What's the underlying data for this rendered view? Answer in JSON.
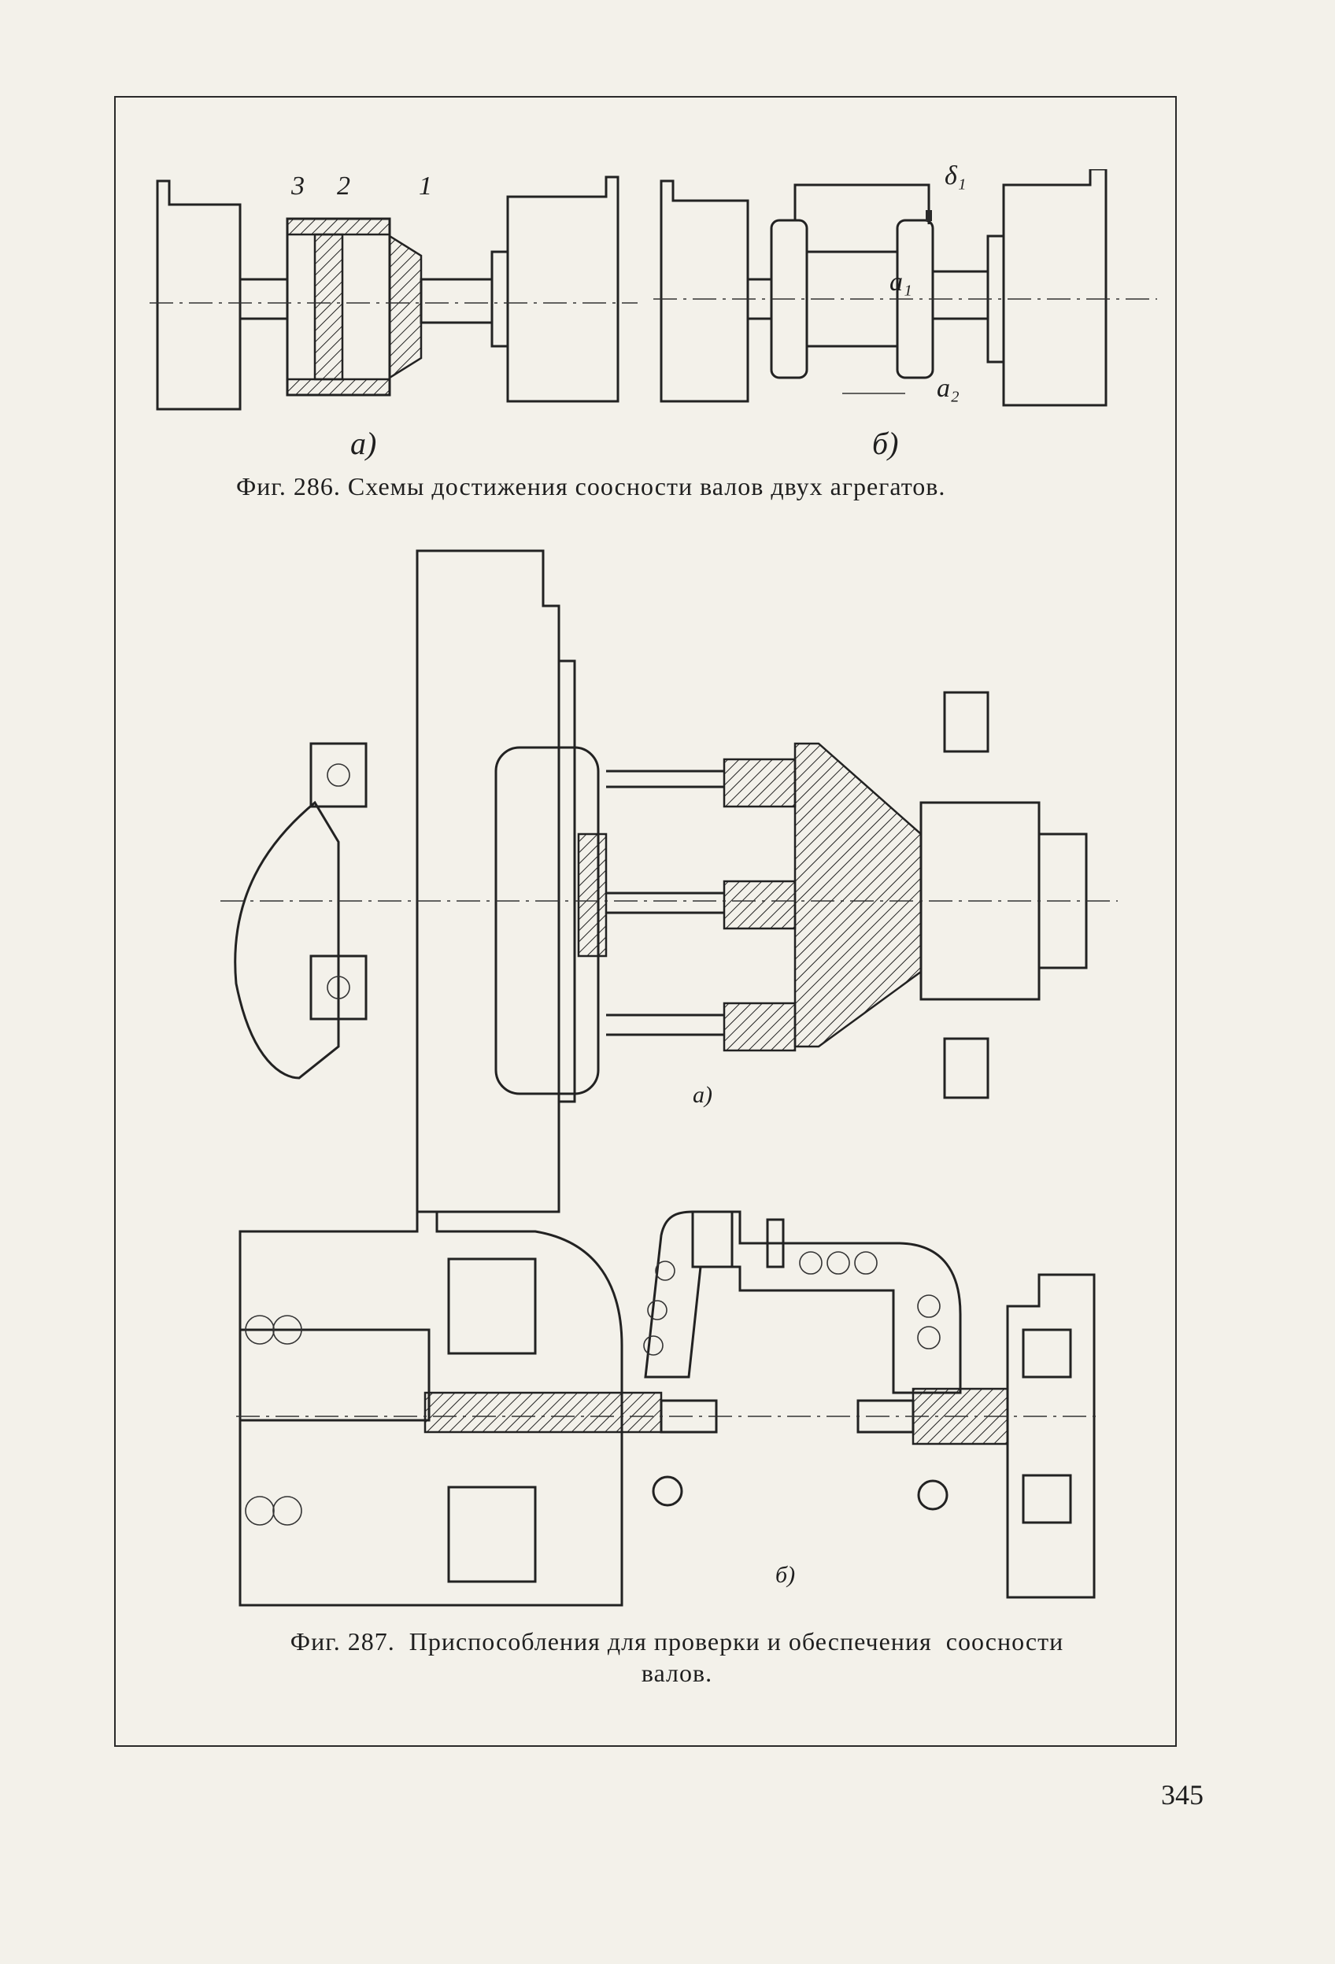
{
  "fig286": {
    "sub_a": "а)",
    "sub_b": "б)",
    "callouts": {
      "n3": "3",
      "n2": "2",
      "n1": "1",
      "d1": "δ₁",
      "a1": "a₁",
      "a2": "a₂"
    },
    "caption": "Фиг. 286. Схемы достижения соосности валов двух агрегатов."
  },
  "fig287": {
    "sub_a": "а)",
    "sub_b": "б)",
    "caption_line1": "Фиг. 287.  Приспособления для проверки и обеспечения  соосности",
    "caption_line2": "валов."
  },
  "page_number": "345"
}
